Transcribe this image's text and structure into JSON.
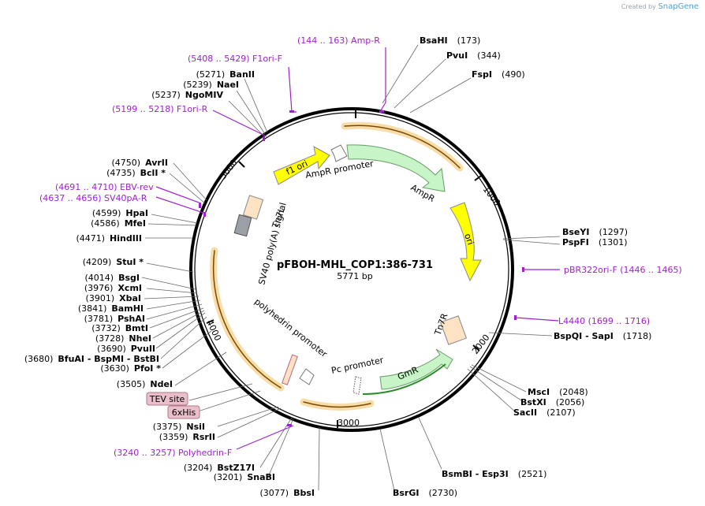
{
  "watermark": {
    "prefix": "Created by",
    "brand": "SnapGene"
  },
  "plasmid": {
    "name": "pFBOH-MHL_COP1:386-731",
    "size_label": "5771 bp",
    "length": 5771
  },
  "colors": {
    "primer": "#a020d0",
    "feature_green": "#c8f5c8",
    "feature_yellow": "#ffff00",
    "feature_peach": "#fde2c4",
    "feature_orange": "#f5b942"
  },
  "ruler": {
    "ticks": [
      "1000",
      "2000",
      "3000",
      "4000",
      "5000"
    ]
  },
  "features": [
    {
      "label": "AmpR promoter",
      "icon": "arrow-outline"
    },
    {
      "label": "AmpR",
      "icon": "arrow-green"
    },
    {
      "label": "ori",
      "icon": "arrow-yellow"
    },
    {
      "label": "Tn7R",
      "icon": "box-peach"
    },
    {
      "label": "GmR",
      "icon": "arrow-green"
    },
    {
      "label": "Pc promoter",
      "icon": "arrow-outline"
    },
    {
      "label": "polyhedrin promoter",
      "icon": "arrow-outline"
    },
    {
      "label": "SV40 poly(A) signal",
      "icon": "box-gray"
    },
    {
      "label": "Tn7L",
      "icon": "box-peach"
    },
    {
      "label": "f1 ori",
      "icon": "arrow-yellow"
    }
  ],
  "tags": [
    {
      "label": "TEV site"
    },
    {
      "label": "6xHis"
    }
  ],
  "enzymes_right": [
    {
      "name": "BsaHI",
      "pos": "(173)"
    },
    {
      "name": "PvuI",
      "pos": "(344)"
    },
    {
      "name": "FspI",
      "pos": "(490)"
    },
    {
      "name": "BseYI",
      "pos": "(1297)"
    },
    {
      "name": "PspFI",
      "pos": "(1301)"
    },
    {
      "name": "BspQI - SapI",
      "pos": "(1718)"
    },
    {
      "name": "MscI",
      "pos": "(2048)"
    },
    {
      "name": "BstXI",
      "pos": "(2056)"
    },
    {
      "name": "SacII",
      "pos": "(2107)"
    },
    {
      "name": "BsmBI - Esp3I",
      "pos": "(2521)"
    },
    {
      "name": "BsrGI",
      "pos": "(2730)"
    }
  ],
  "enzymes_left": [
    {
      "name": "BanII",
      "pos": "(5271)"
    },
    {
      "name": "NaeI",
      "pos": "(5239)"
    },
    {
      "name": "NgoMIV",
      "pos": "(5237)"
    },
    {
      "name": "AvrII",
      "pos": "(4750)"
    },
    {
      "name": "BclI *",
      "pos": "(4735)"
    },
    {
      "name": "HpaI",
      "pos": "(4599)"
    },
    {
      "name": "MfeI",
      "pos": "(4586)"
    },
    {
      "name": "HindIII",
      "pos": "(4471)"
    },
    {
      "name": "StuI *",
      "pos": "(4209)"
    },
    {
      "name": "BsgI",
      "pos": "(4014)"
    },
    {
      "name": "XcmI",
      "pos": "(3976)"
    },
    {
      "name": "XbaI",
      "pos": "(3901)"
    },
    {
      "name": "BamHI",
      "pos": "(3841)"
    },
    {
      "name": "PshAI",
      "pos": "(3781)"
    },
    {
      "name": "BmtI",
      "pos": "(3732)"
    },
    {
      "name": "NheI",
      "pos": "(3728)"
    },
    {
      "name": "PvuII",
      "pos": "(3690)"
    },
    {
      "name": "BfuAI - BspMI - BstBI",
      "pos": "(3680)"
    },
    {
      "name": "PfoI *",
      "pos": "(3630)"
    },
    {
      "name": "NdeI",
      "pos": "(3505)"
    },
    {
      "name": "NsiI",
      "pos": "(3375)"
    },
    {
      "name": "RsrII",
      "pos": "(3359)"
    },
    {
      "name": "BstZ17I",
      "pos": "(3204)"
    },
    {
      "name": "SnaBI",
      "pos": "(3201)"
    },
    {
      "name": "BbsI",
      "pos": "(3077)"
    }
  ],
  "primers": [
    {
      "label": "(144 .. 163)  Amp-R"
    },
    {
      "label": "(5408 .. 5429)  F1ori-F"
    },
    {
      "label": "(5199 .. 5218)  F1ori-R"
    },
    {
      "label": "(4691 .. 4710)  EBV-rev"
    },
    {
      "label": "(4637 .. 4656)  SV40pA-R"
    },
    {
      "label": "pBR322ori-F   (1446 .. 1465)"
    },
    {
      "label": "L4440   (1699 .. 1716)"
    },
    {
      "label": "(3240 .. 3257)  Polyhedrin-F"
    }
  ]
}
